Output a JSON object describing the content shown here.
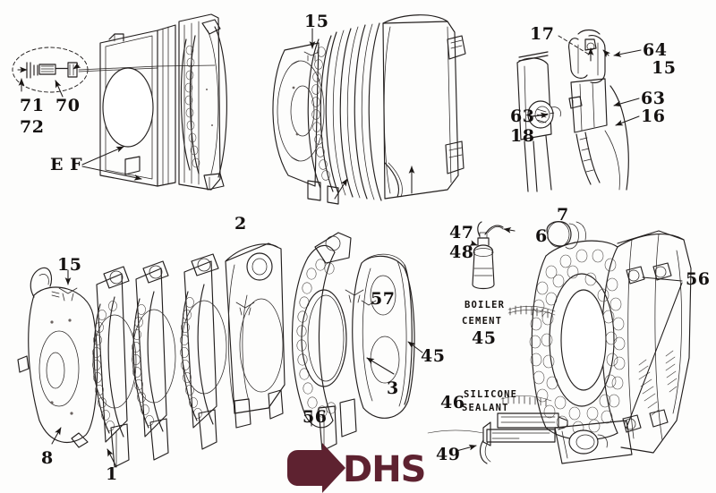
{
  "document": {
    "type": "exploded-parts-diagram",
    "title": "Boiler Section Assembly Exploded View",
    "background_color": "#fdfdfc",
    "ink_color": "#231f1e"
  },
  "brand": {
    "name": "DHS",
    "mark": "arrow-in-c-icon",
    "color": "#5e2230"
  },
  "panels": [
    {
      "id": "panel-top-left",
      "name": "detail-inset-tie-rod",
      "callouts": [
        "71",
        "70",
        "72",
        "E F"
      ]
    },
    {
      "id": "panel-top-center",
      "name": "section-stack-assembly",
      "callouts": [
        "15"
      ]
    },
    {
      "id": "panel-top-right",
      "name": "detail-draft-hood-linkage",
      "callouts": [
        "17",
        "64",
        "15",
        "63",
        "16",
        "63",
        "18"
      ]
    },
    {
      "id": "panel-bottom-left",
      "name": "section-exploded-row",
      "callouts": [
        "15",
        "8",
        "1",
        "2"
      ]
    },
    {
      "id": "panel-bottom-center",
      "name": "front-section-and-gasket",
      "callouts": [
        "57",
        "45",
        "3",
        "56"
      ]
    },
    {
      "id": "panel-bottom-right",
      "name": "sealant-application-detail",
      "callouts": [
        "47",
        "48",
        "45",
        "46",
        "49",
        "6",
        "7",
        "56"
      ]
    }
  ],
  "callouts": {
    "c71": "71",
    "c70": "70",
    "c72": "72",
    "ef": "E F",
    "c15_top": "15",
    "c17": "17",
    "c64": "64",
    "c15_tr": "15",
    "c63_a": "63",
    "c16": "16",
    "c63_b": "63",
    "c18": "18",
    "c15_bl": "15",
    "c8": "8",
    "c1": "1",
    "c2": "2",
    "c57": "57",
    "c45_mid": "45",
    "c3": "3",
    "c56_mid": "56",
    "c47": "47",
    "c48": "48",
    "c45_label": "45",
    "c46": "46",
    "c49": "49",
    "c6": "6",
    "c7": "7",
    "c56_right": "56"
  },
  "annotations": {
    "boiler_cement_line1": "BOILER",
    "boiler_cement_line2": "CEMENT",
    "silicone_line1": "SILICONE",
    "silicone_line2": "SEALANT"
  }
}
